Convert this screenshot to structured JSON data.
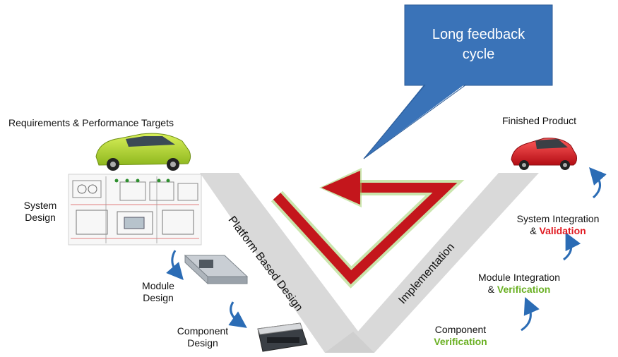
{
  "callout": {
    "line1": "Long feedback",
    "line2": "cycle"
  },
  "left_side": {
    "requirements": "Requirements & Performance Targets",
    "system_design": {
      "line1": "System",
      "line2": "Design"
    },
    "module_design": {
      "line1": "Module",
      "line2": "Design"
    },
    "component_design": {
      "line1": "Component",
      "line2": "Design"
    },
    "band_label": "Platform Based Design"
  },
  "right_side": {
    "finished_product": "Finished Product",
    "system_integration": {
      "line1": "System Integration",
      "prefix": "& ",
      "highlight": "Validation"
    },
    "module_integration": {
      "line1": "Module Integration",
      "prefix": "& ",
      "highlight": "Verification"
    },
    "component_verification": {
      "line1": "Component",
      "highlight": "Verification"
    },
    "band_label": "Implementation"
  },
  "colors": {
    "callout": "#3a73b8",
    "arrow": "#c4161c",
    "band": "#d9d9d9",
    "validation": "#e11b22",
    "verification": "#6ab023",
    "curve_arrow": "#2b6cb5"
  }
}
